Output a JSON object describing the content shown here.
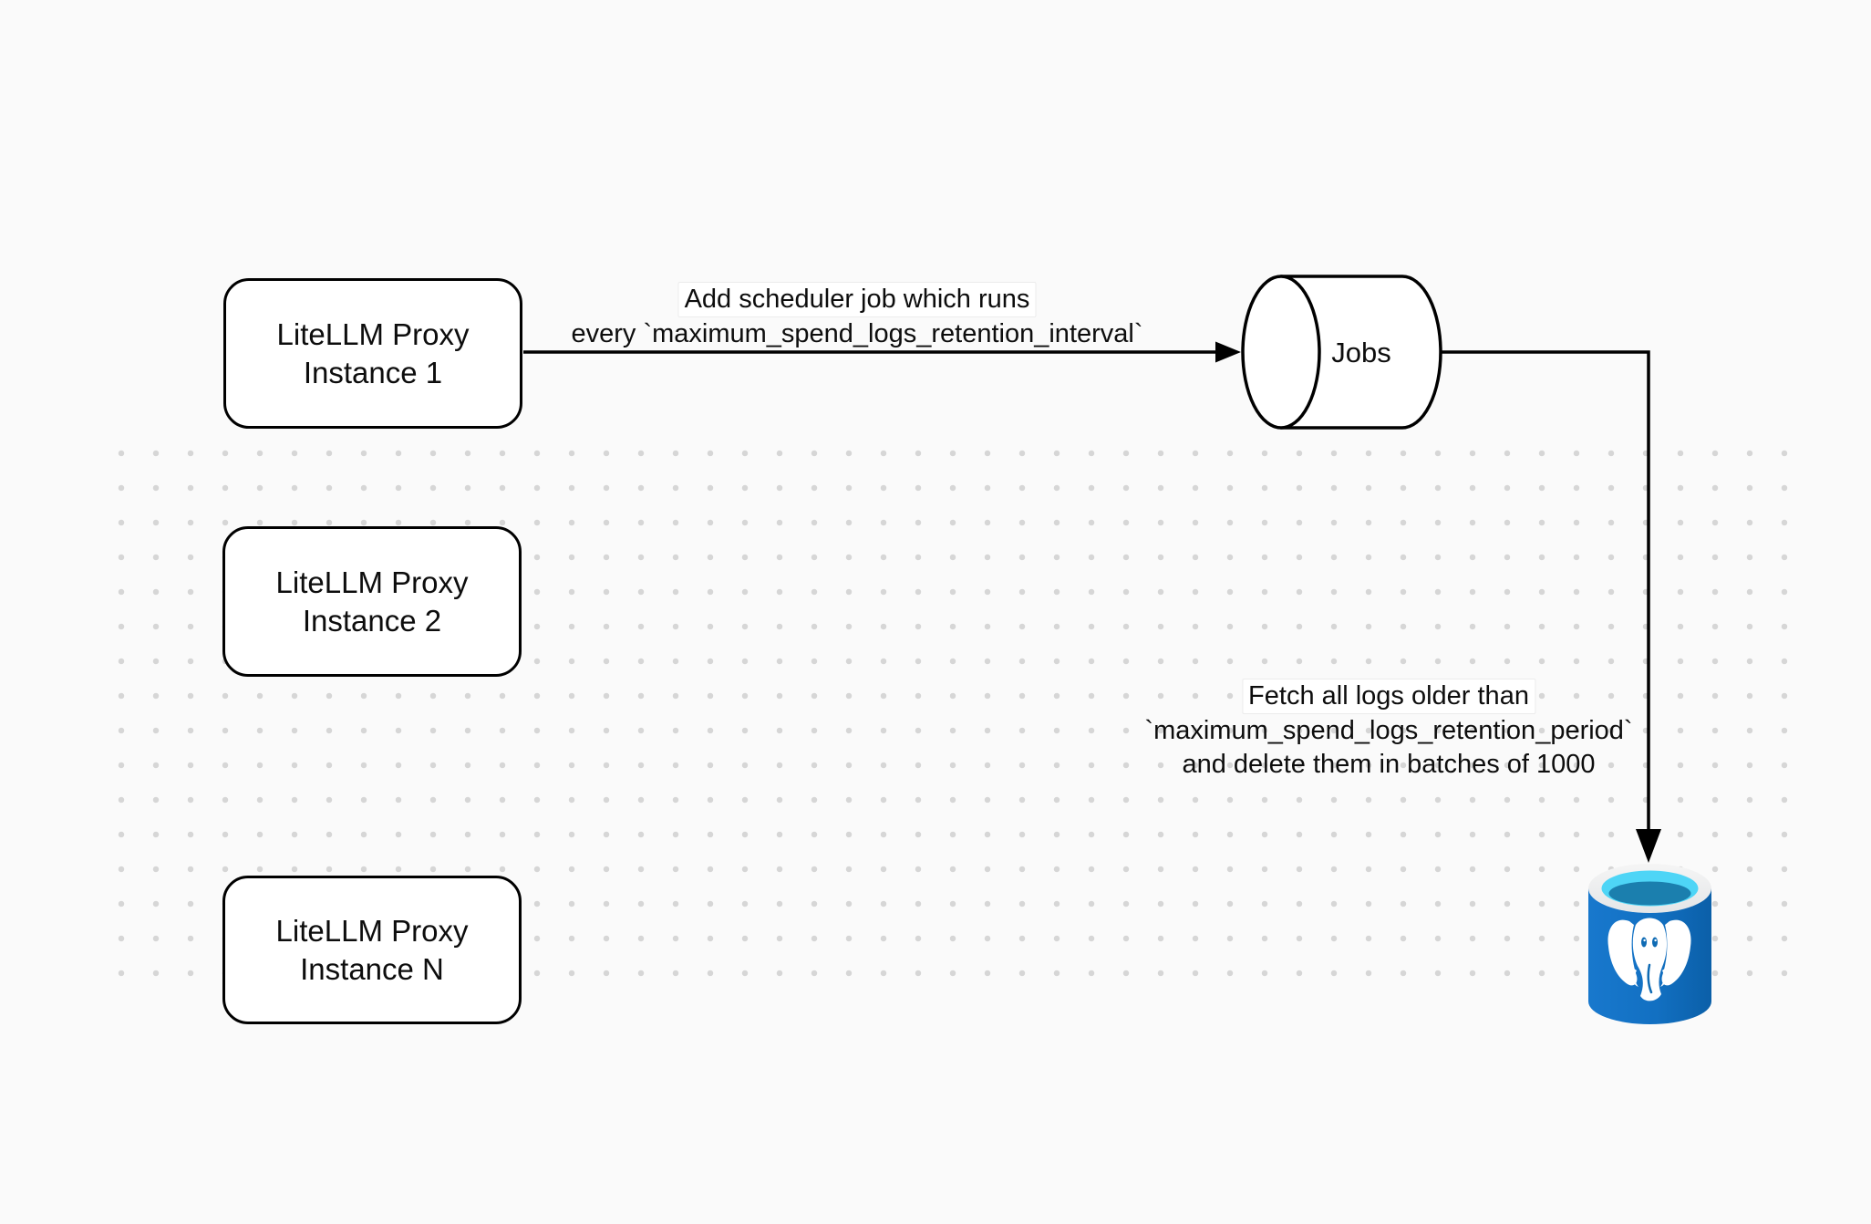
{
  "canvas": {
    "background": "#fafafa",
    "dot_color": "#d6d6d6",
    "stroke_color": "#000000"
  },
  "nodes": {
    "proxy1": {
      "line1": "LiteLLM Proxy",
      "line2": "Instance 1"
    },
    "proxy2": {
      "line1": "LiteLLM Proxy",
      "line2": "Instance 2"
    },
    "proxyN": {
      "line1": "LiteLLM Proxy",
      "line2": "Instance N"
    },
    "jobs": {
      "label": "Jobs"
    },
    "postgres": {
      "icon": "postgresql-database-icon",
      "body_color": "#1272c4",
      "body_color_dark": "#0b5fa8",
      "rim_color": "#f0f0f0",
      "opening_color": "#4ed5f6",
      "depth_color": "#1b7fae",
      "elephant_color": "#ffffff"
    }
  },
  "edges": {
    "scheduler": {
      "label_line1": "Add scheduler job which runs",
      "label_line2": "every `maximum_spend_logs_retention_interval`"
    },
    "cleanup": {
      "label_line1": "Fetch all logs older than",
      "label_line2": "`maximum_spend_logs_retention_period`",
      "label_line3": "and delete them in batches of 1000"
    }
  }
}
